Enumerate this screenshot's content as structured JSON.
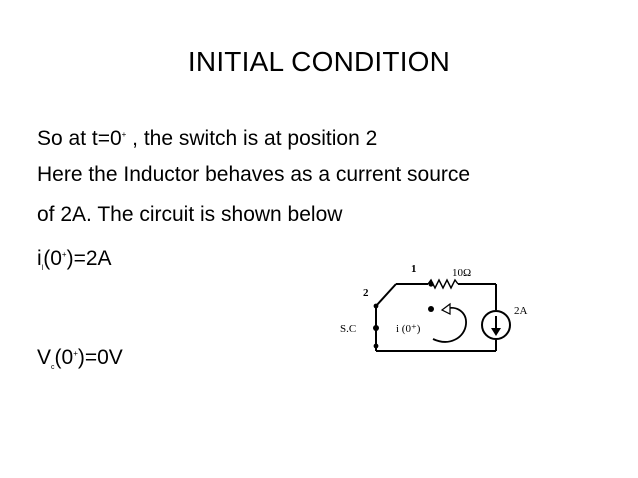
{
  "title": "INITIAL CONDITION",
  "lines": [
    {
      "pre": "So at t=0",
      "sup": "+",
      "post": " , the switch is at position 2"
    },
    {
      "text": "Here the Inductor behaves as a current source"
    },
    {
      "text": "of 2A. The circuit is shown below"
    },
    {
      "base": "i",
      "sub": "l",
      "mid": "(0",
      "sup": "+",
      "post": ")=2A"
    },
    {
      "base": "V",
      "sub": "c",
      "mid": "(0",
      "sup": "+",
      "post": ")=0V"
    }
  ],
  "circuit": {
    "label_1": "1",
    "label_2": "2",
    "resistor_label": "10Ω",
    "switch_label": "S.C",
    "current_label": "i (0⁺)",
    "source_label": "2A"
  }
}
